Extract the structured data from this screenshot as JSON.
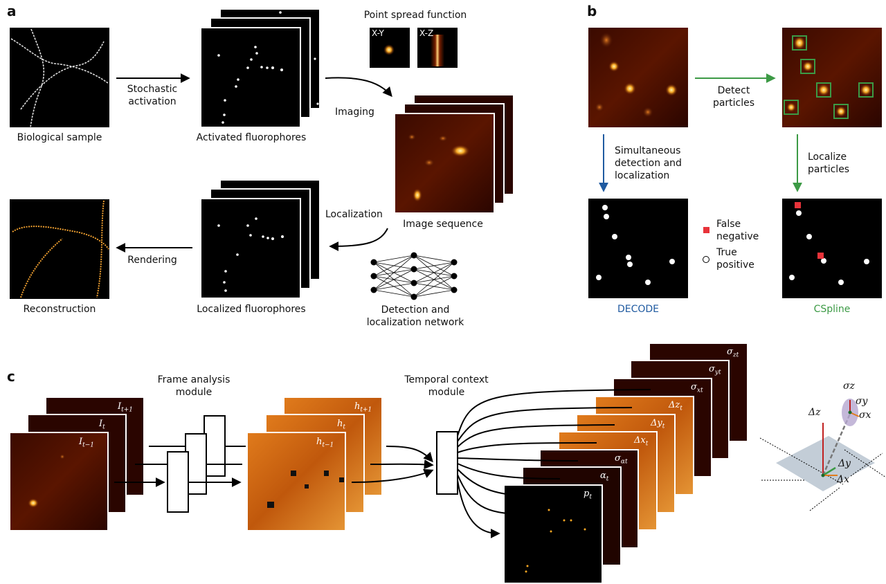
{
  "panels": {
    "a": "a",
    "b": "b",
    "c": "c"
  },
  "panel_a": {
    "biological_sample": "Biological sample",
    "stochastic_activation": "Stochastic\nactivation",
    "activated_fluorophores": "Activated fluorophores",
    "point_spread_function": "Point spread function",
    "psf_xy": "X-Y",
    "psf_xz": "X-Z",
    "imaging": "Imaging",
    "image_sequence": "Image sequence",
    "localization": "Localization",
    "reconstruction": "Reconstruction",
    "rendering": "Rendering",
    "localized_fluorophores": "Localized fluorophores",
    "network": "Detection and\nlocalization network"
  },
  "panel_b": {
    "detect_particles": "Detect\nparticles",
    "simultaneous": "Simultaneous\ndetection and\nlocalization",
    "localize_particles": "Localize\nparticles",
    "legend_false_negative": "False\nnegative",
    "legend_true_positive": "True\npositive",
    "decode": "DECODE",
    "cspline": "CSpline"
  },
  "panel_c": {
    "frame_analysis": "Frame analysis\nmodule",
    "temporal_context": "Temporal context\nmodule",
    "inputs": [
      "I",
      "I",
      "I"
    ],
    "input_subs": [
      "t+1",
      "t",
      "t−1"
    ],
    "hidden": [
      "h",
      "h",
      "h"
    ],
    "hidden_subs": [
      "t+1",
      "t",
      "t−1"
    ],
    "outputs": [
      "σ",
      "σ",
      "σ",
      "Δz",
      "Δy",
      "Δx",
      "σ",
      "α",
      "p"
    ],
    "output_subs": [
      "zt",
      "yt",
      "xt",
      "t",
      "t",
      "t",
      "αt",
      "t",
      "t"
    ],
    "geom": {
      "sigma_z": "σz",
      "sigma_y": "σy",
      "sigma_x": "σx",
      "dz": "Δz",
      "dy": "Δy",
      "dx": "Δx"
    }
  },
  "colors": {
    "decode": "#1f5aa0",
    "cspline": "#3c9a45",
    "false_negative": "#e8333a"
  }
}
